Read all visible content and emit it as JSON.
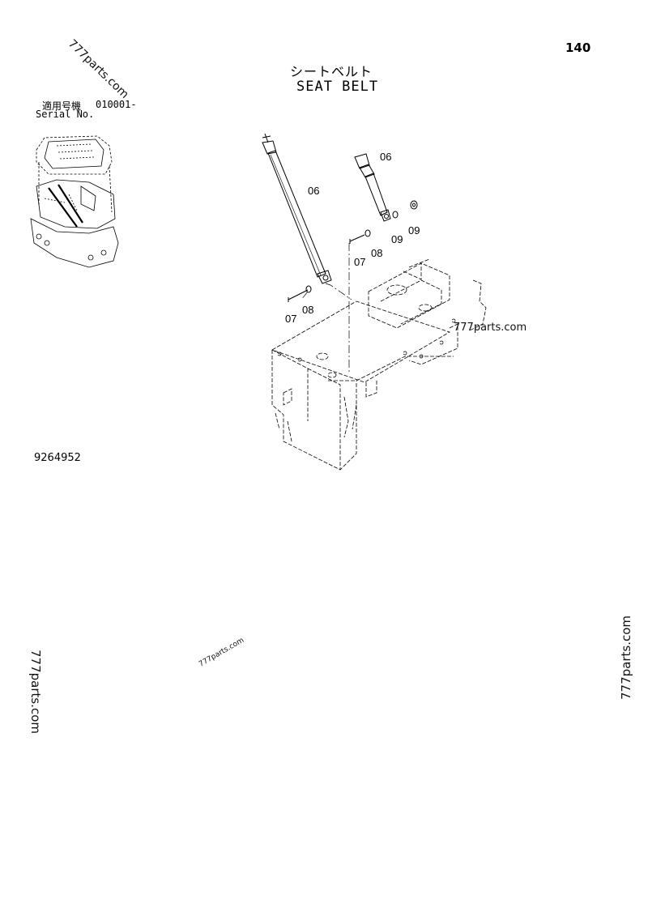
{
  "page_number": "140",
  "title_jp": "シートベルト",
  "title_en": "SEAT BELT",
  "serial": {
    "label_jp": "適用号機",
    "range": "010001-",
    "label_en": "Serial No."
  },
  "drawing_number": "9264952",
  "watermark": "777parts.com",
  "callouts": [
    "06",
    "06",
    "07",
    "08",
    "09",
    "09",
    "07",
    "08"
  ]
}
